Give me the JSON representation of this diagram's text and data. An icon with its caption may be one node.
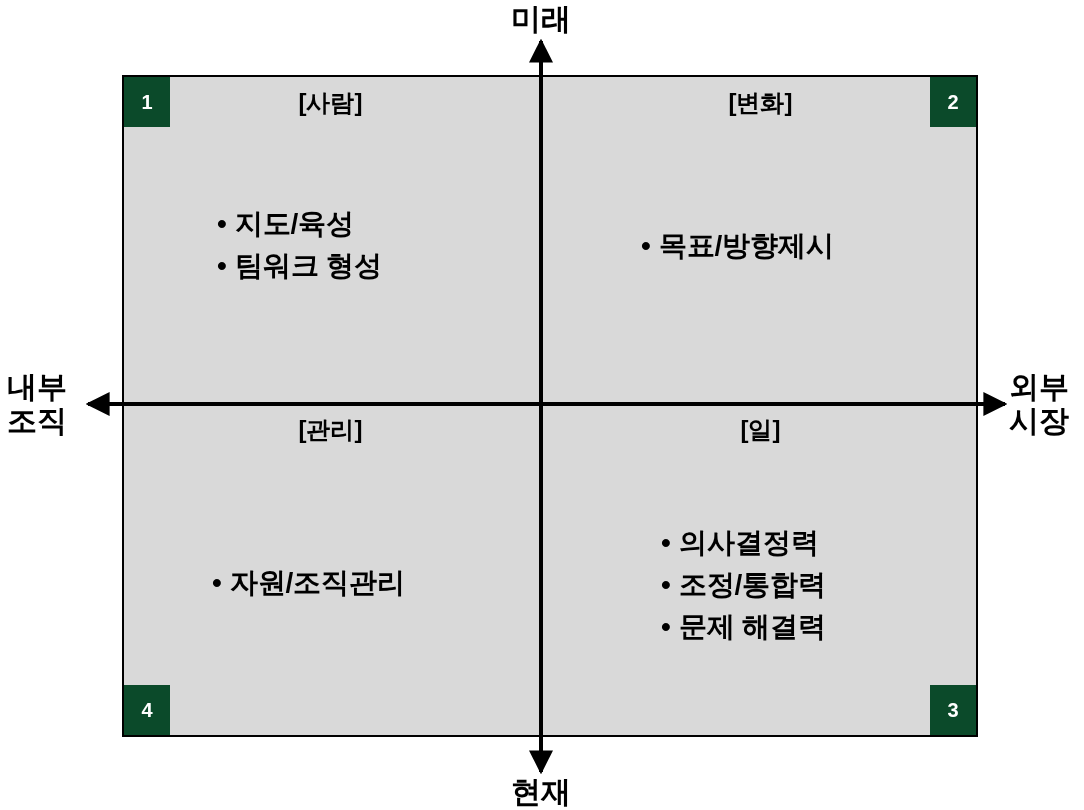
{
  "diagram": {
    "nodes": [
      {
        "text": [
          "[사람]",
          "• 지도/육성",
          "• 팀워크 형성"
        ]
      },
      {
        "text": [
          "1"
        ],
        "in": 0
      },
      {
        "text": [
          "[변화]",
          "• 목표/방향제시"
        ]
      },
      {
        "text": [
          "2"
        ],
        "in": 2
      },
      {
        "text": [
          "[관리]",
          "• 자원/조직관리"
        ]
      },
      {
        "text": [
          "4"
        ],
        "in": 4
      },
      {
        "text": [
          "[일]",
          "• 의사결정력",
          "• 조정/통합력",
          "• 문제 해결력"
        ]
      },
      {
        "text": [
          "3"
        ],
        "in": 6
      }
    ],
    "edges": [],
    "labels": [
      "미래",
      "내부 조직",
      "외부 시장",
      "현재"
    ]
  }
}
